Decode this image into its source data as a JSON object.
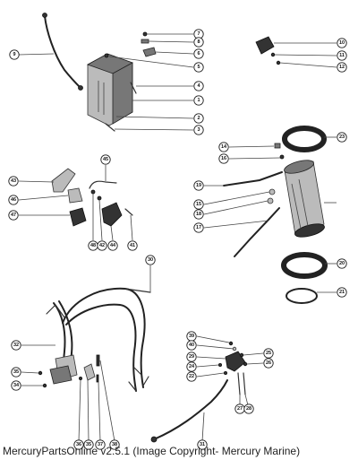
{
  "footer": {
    "text": "MercuryPartsOnline v2.5.1 (Image Copyright- Mercury Marine)"
  },
  "callouts": [
    "7",
    "8",
    "6",
    "5",
    "4",
    "1",
    "2",
    "3",
    "9",
    "10",
    "11",
    "12",
    "23",
    "14",
    "16",
    "19",
    "15",
    "18",
    "17",
    "20",
    "21",
    "45",
    "43",
    "46",
    "47",
    "48",
    "42",
    "44",
    "41",
    "30",
    "32",
    "35",
    "34",
    "36",
    "35",
    "37",
    "38",
    "39",
    "40",
    "29",
    "24",
    "22",
    "25",
    "26",
    "27",
    "28",
    "31"
  ],
  "icons": {
    "callout": "callout-circle",
    "part": "part-illustration",
    "wire": "wire-harness"
  }
}
